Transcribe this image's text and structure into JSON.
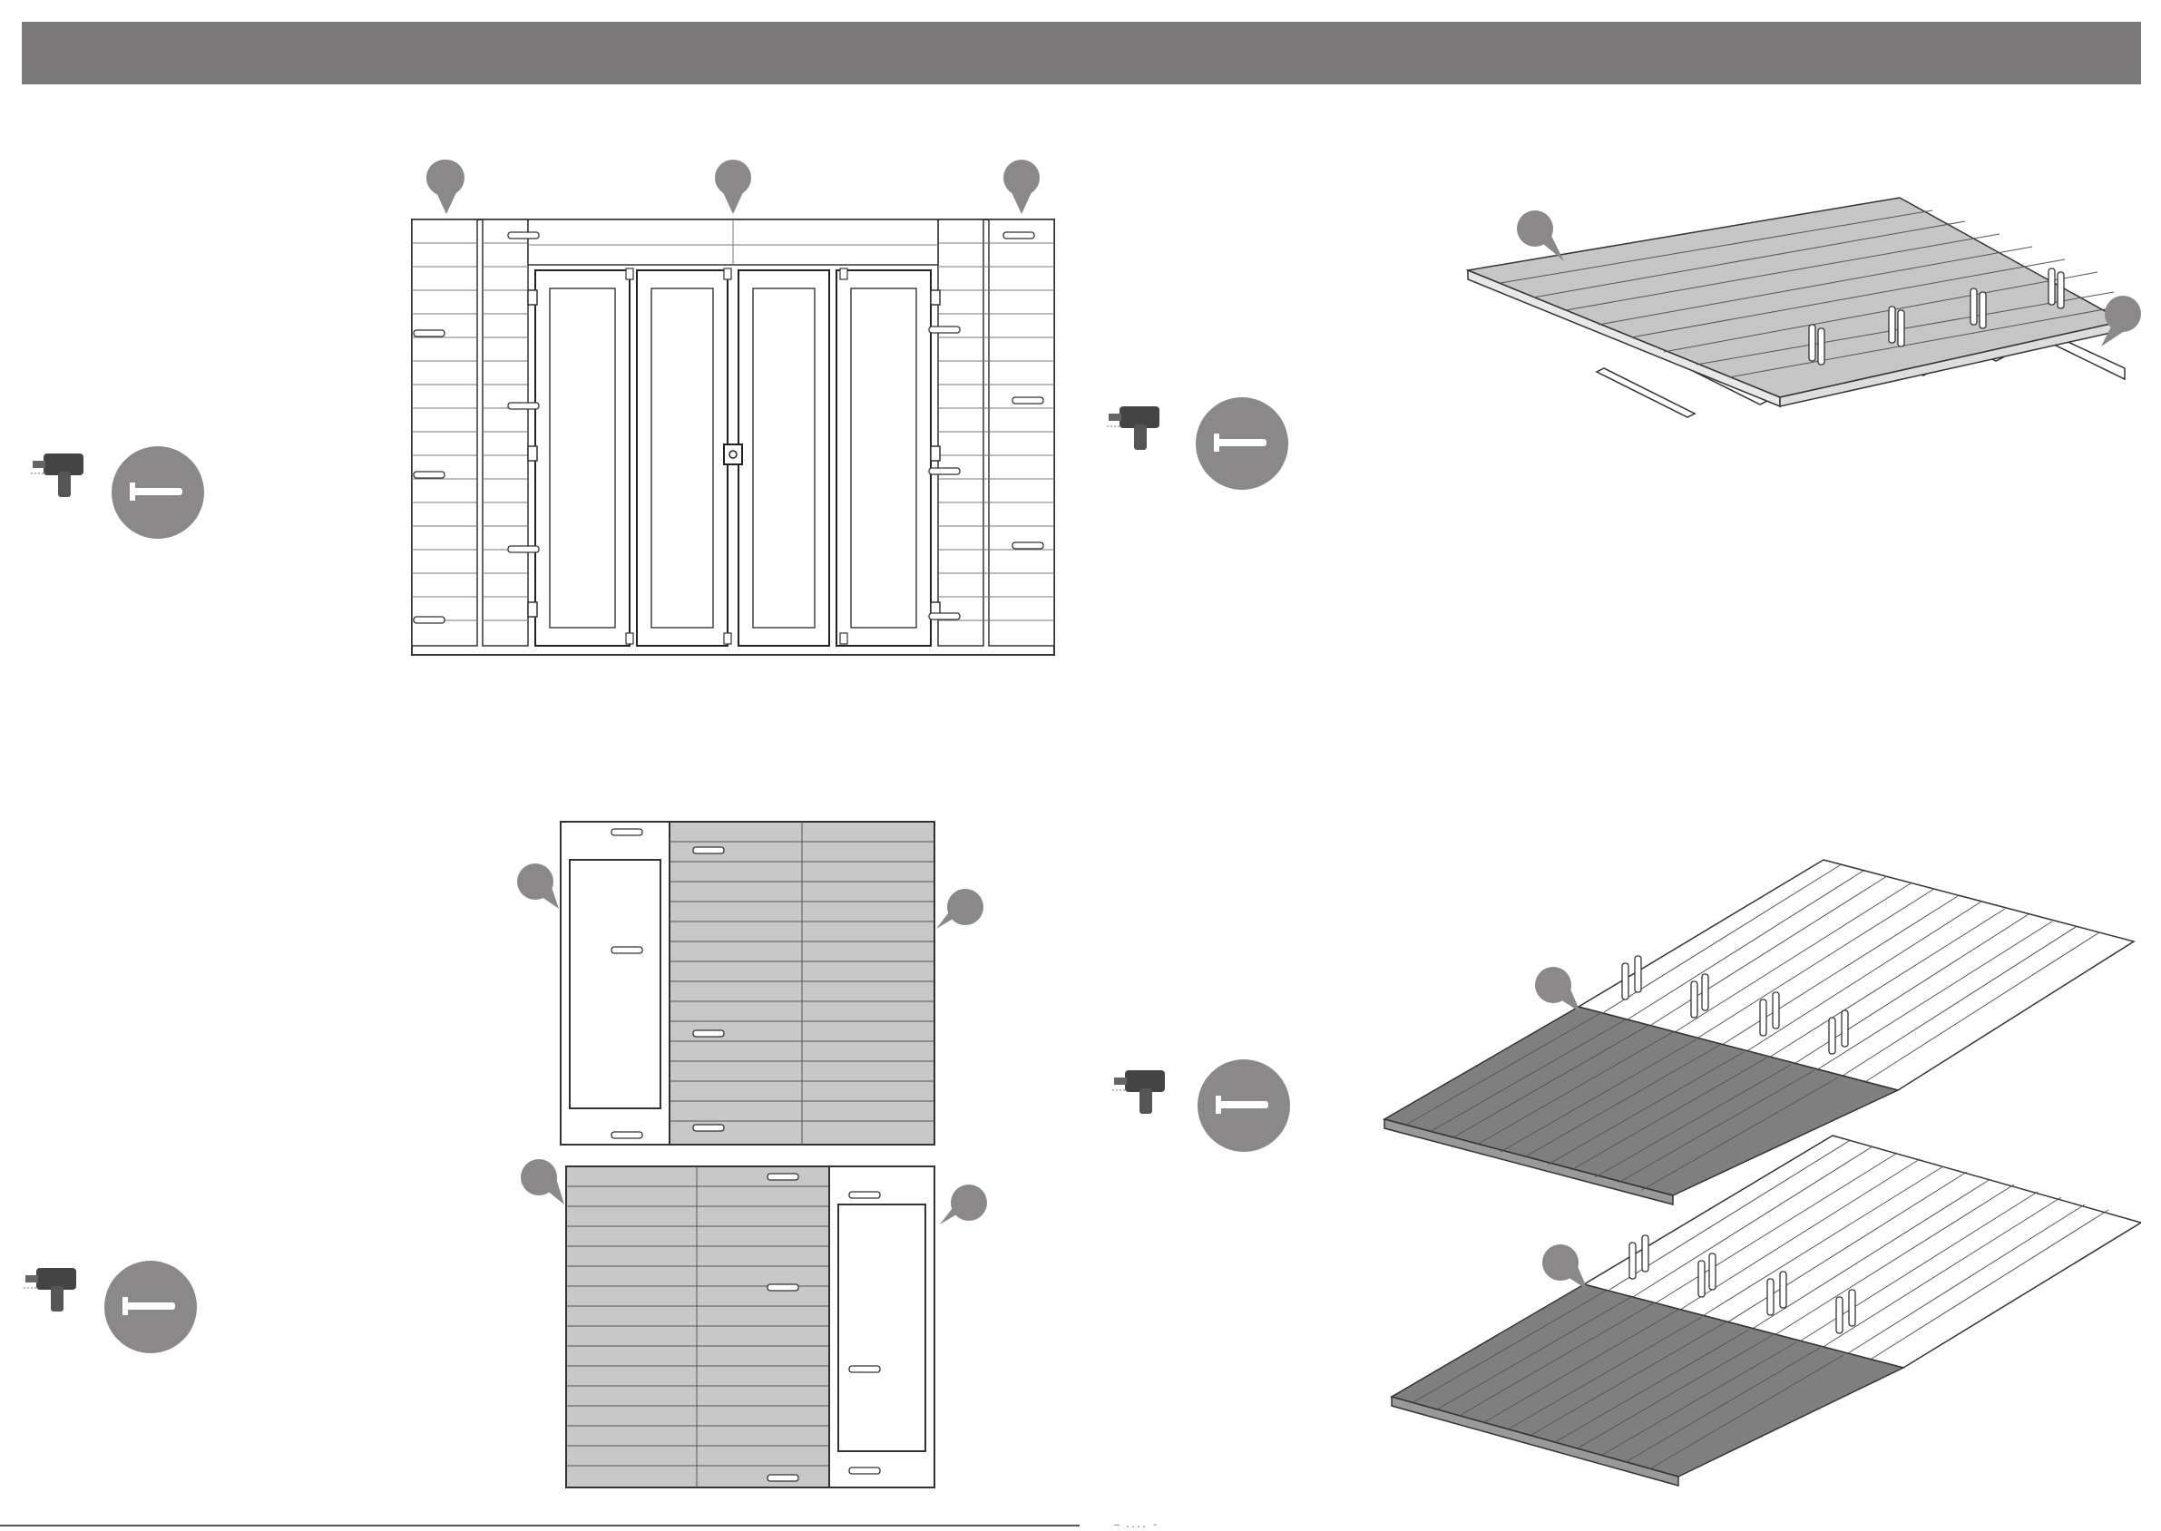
{
  "page": {
    "header_bar_color": "#7a7878",
    "callout_color": "#8a8888",
    "panel_fill_gray": "#c8c8c8",
    "floor_fill_dark": "#7f7f7f",
    "floor_fill_light": "#c6c6c6"
  },
  "steps": [
    {
      "id": "front-wall",
      "icons": [
        "drill-icon",
        "screw-icon"
      ]
    },
    {
      "id": "floor-fixing",
      "icons": [
        "drill-icon",
        "screw-icon"
      ]
    },
    {
      "id": "side-walls",
      "icons": [
        "drill-icon",
        "screw-icon"
      ]
    },
    {
      "id": "floor-panels",
      "icons": [
        "drill-icon",
        "screw-icon"
      ]
    }
  ],
  "footer": {
    "mark": "— .... -"
  }
}
